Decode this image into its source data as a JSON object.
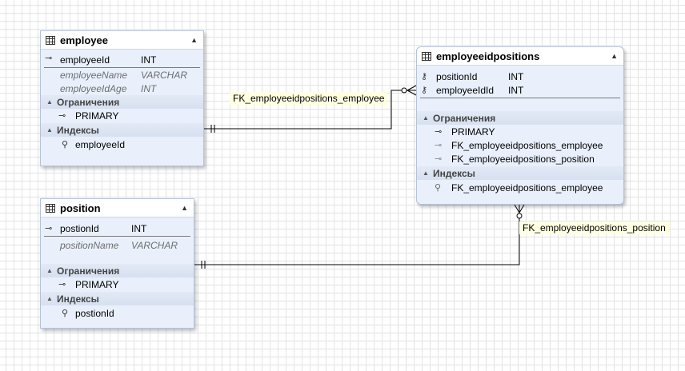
{
  "entities": {
    "employee": {
      "title": "employee",
      "columns": [
        {
          "name": "employeeId",
          "type": "INT"
        },
        {
          "name": "employeeName",
          "type": "VARCHAR"
        },
        {
          "name": "employeeIdAge",
          "type": "INT"
        }
      ],
      "constraints_label": "Ограничения",
      "constraints": [
        "PRIMARY"
      ],
      "indexes_label": "Индексы",
      "indexes": [
        "employeeId"
      ]
    },
    "employeeidpositions": {
      "title": "employeeidpositions",
      "columns": [
        {
          "name": "positionId",
          "type": "INT"
        },
        {
          "name": "employeeIdId",
          "type": "INT"
        }
      ],
      "constraints_label": "Ограничения",
      "constraints": [
        "PRIMARY",
        "FK_employeeidpositions_employee",
        "FK_employeeidpositions_position"
      ],
      "indexes_label": "Индексы",
      "indexes": [
        "FK_employeeidpositions_employee"
      ]
    },
    "position": {
      "title": "position",
      "columns": [
        {
          "name": "postionId",
          "type": "INT"
        },
        {
          "name": "positionName",
          "type": "VARCHAR"
        }
      ],
      "constraints_label": "Ограничения",
      "constraints": [
        "PRIMARY"
      ],
      "indexes_label": "Индексы",
      "indexes": [
        "postionId"
      ]
    }
  },
  "relations": [
    {
      "label": "FK_employeeidpositions_employee",
      "from": "employee",
      "to": "employeeidpositions"
    },
    {
      "label": "FK_employeeidpositions_position",
      "from": "position",
      "to": "employeeidpositions"
    }
  ],
  "icons": {
    "table": "table-icon",
    "primary_key": "key-icon",
    "foreign_key": "foreign-key-icon",
    "index": "index-icon",
    "collapse": "collapse-arrow-icon"
  }
}
